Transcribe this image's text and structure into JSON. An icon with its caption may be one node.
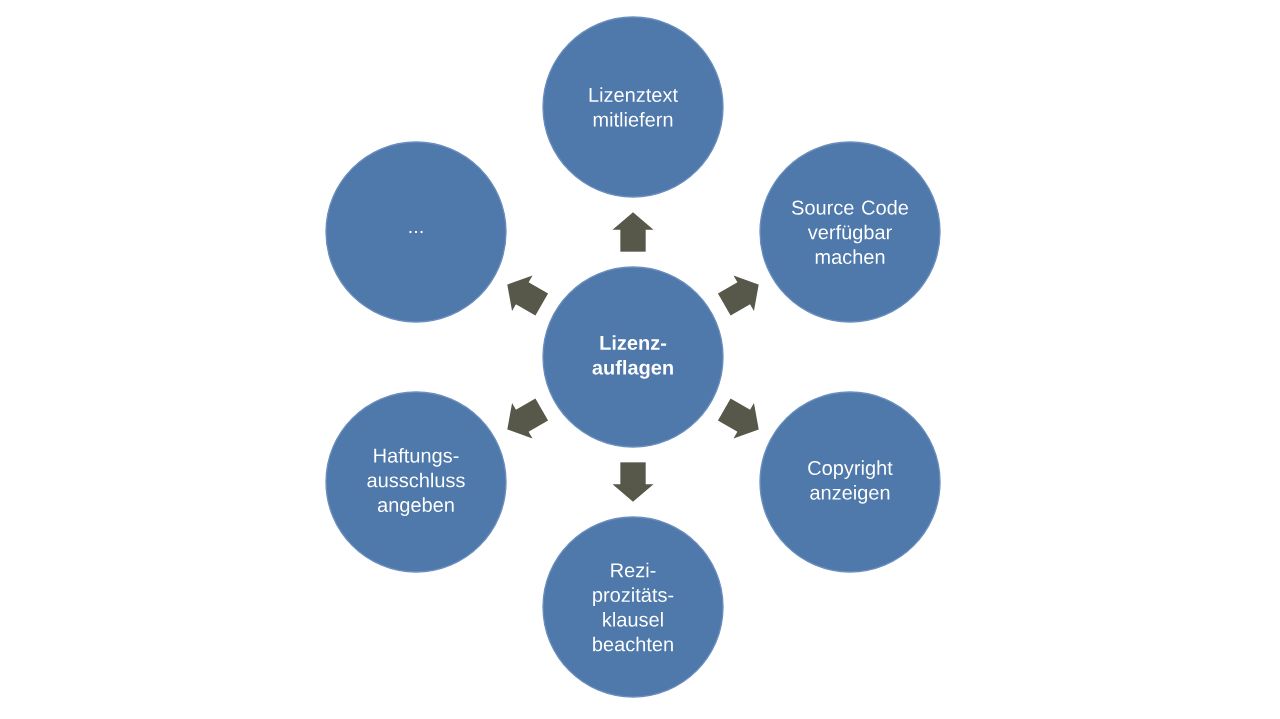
{
  "diagram": {
    "nodes": [
      {
        "text": [
          "Lizenz- auflagen"
        ]
      },
      {
        "text": [
          "Lizenztext mitliefern"
        ]
      },
      {
        "text": [
          "Source Code verfügbar machen"
        ]
      },
      {
        "text": [
          "Copyright anzeigen"
        ]
      },
      {
        "text": [
          "Rezi- prozitäts- klausel beachten"
        ]
      },
      {
        "text": [
          "Haftungs- ausschluss angeben"
        ]
      },
      {
        "text": [
          "..."
        ]
      }
    ],
    "edges": [
      {
        "from": 0,
        "to": 1,
        "arrow": "to"
      },
      {
        "from": 0,
        "to": 2,
        "arrow": "to"
      },
      {
        "from": 0,
        "to": 3,
        "arrow": "to"
      },
      {
        "from": 0,
        "to": 4,
        "arrow": "to"
      },
      {
        "from": 0,
        "to": 5,
        "arrow": "to"
      },
      {
        "from": 0,
        "to": 6,
        "arrow": "to"
      }
    ]
  }
}
